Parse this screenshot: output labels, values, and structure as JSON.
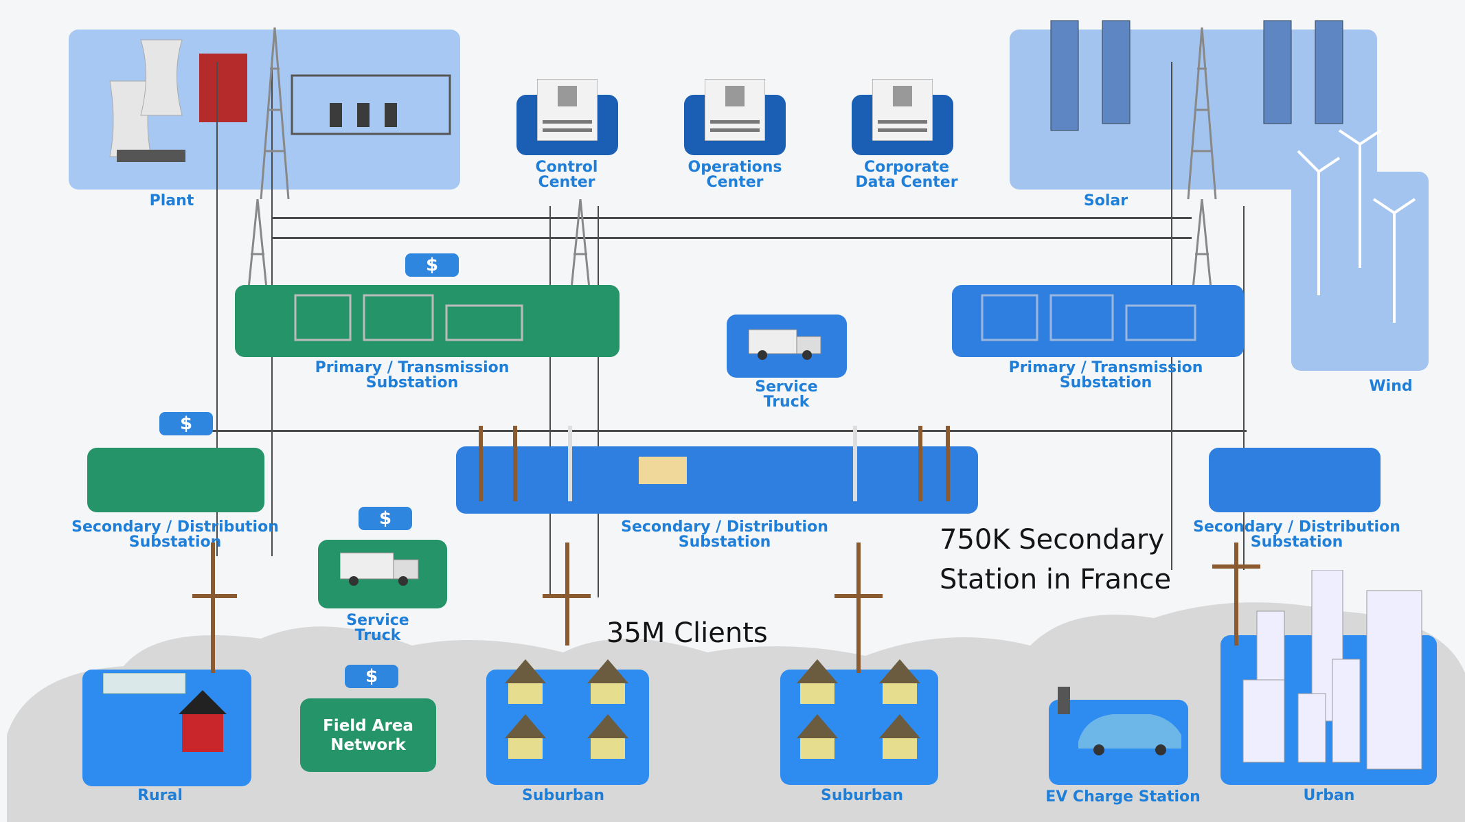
{
  "zones": {
    "plant": "Plant",
    "control_center": "Control\nCenter",
    "operations_center": "Operations\nCenter",
    "corporate_data_center": "Corporate\nData Center",
    "solar": "Solar",
    "wind": "Wind",
    "primary_substation_left": "Primary / Transmission\nSubstation",
    "primary_substation_right": "Primary / Transmission\nSubstation",
    "service_truck_center": "Service\nTruck",
    "service_truck_left": "Service\nTruck",
    "secondary_left": "Secondary / Distribution\nSubstation",
    "secondary_center": "Secondary / Distribution\nSubstation",
    "secondary_right": "Secondary / Distribution\nSubstation",
    "field_area_network": "Field Area\nNetwork",
    "rural": "Rural",
    "suburban_1": "Suburban",
    "suburban_2": "Suburban",
    "ev_charge_station": "EV Charge Station",
    "urban": "Urban"
  },
  "badges": {
    "primary": "$",
    "secondary": "$",
    "service_truck": "$",
    "field_area": "$"
  },
  "annotations": {
    "secondary_stations": "750K Secondary\nStation in France",
    "clients": "35M Clients"
  },
  "colors": {
    "green_zone": "#259468",
    "blue_zone": "#2f7fe0",
    "dark_blue_zone": "#1a5fb4",
    "light_blue_zone": "#a7c8f3",
    "label_blue": "#1f7fd8"
  },
  "icons": [
    "power-plant-icon",
    "transmission-tower-icon",
    "building-icon",
    "solar-panel-icon",
    "wind-turbine-icon",
    "substation-icon",
    "service-truck-icon",
    "utility-pole-icon",
    "house-icon",
    "ev-car-icon",
    "skyscraper-icon"
  ]
}
